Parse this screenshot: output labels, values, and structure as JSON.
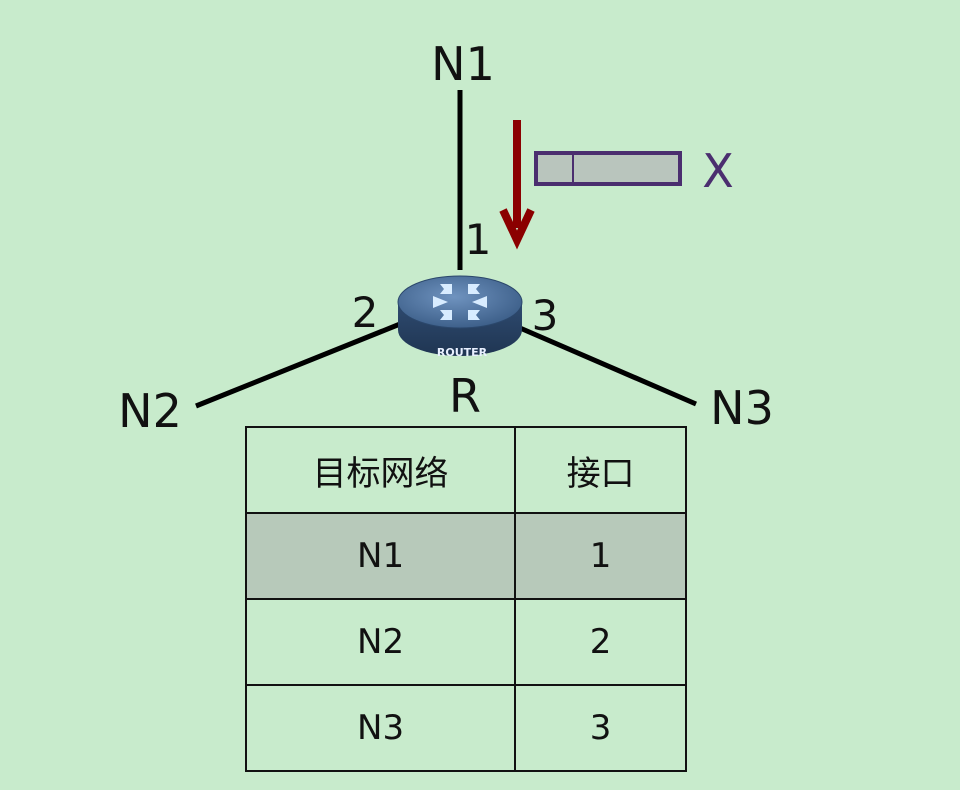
{
  "diagram": {
    "top_network": "N1",
    "left_network": "N2",
    "right_network": "N3",
    "router_name": "R",
    "router_badge": "ROUTER",
    "port_1": "1",
    "port_2": "2",
    "port_3": "3",
    "packet_label": "X",
    "colors": {
      "background": "#c8ebcc",
      "arrow": "#8b0000",
      "packet_border": "#4b2e6f",
      "packet_fill": "#b9c5bd",
      "router_body": "#3e5f86",
      "highlight_row": "#b7c9ba"
    }
  },
  "routing_table": {
    "headers": [
      "目标网络",
      "接口"
    ],
    "rows": [
      {
        "network": "N1",
        "interface": "1",
        "highlighted": true
      },
      {
        "network": "N2",
        "interface": "2",
        "highlighted": false
      },
      {
        "network": "N3",
        "interface": "3",
        "highlighted": false
      }
    ]
  }
}
